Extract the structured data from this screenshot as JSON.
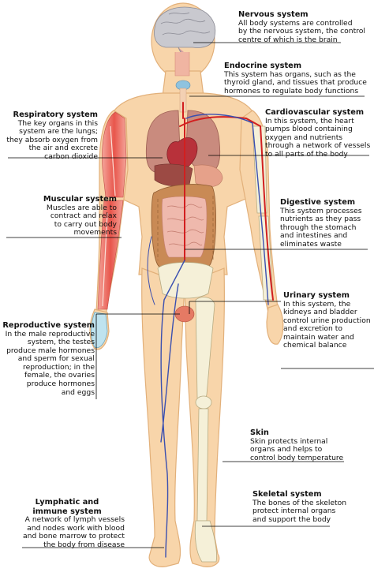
{
  "labels": {
    "nervous": {
      "title": "Nervous system",
      "desc": "All body systems are controlled\nby the nervous system, the control\ncentre of which is the brain"
    },
    "endocrine": {
      "title": "Endocrine system",
      "desc": "This system has organs, such as the\nthyroid gland, and tissues that produce\nhormones to regulate body functions"
    },
    "respiratory": {
      "title": "Respiratory system",
      "desc": "The key organs in this\nsystem are the lungs;\nthey absorb oxygen from\nthe air and excrete\ncarbon dioxide"
    },
    "cardiovascular": {
      "title": "Cardiovascular system",
      "desc": "In this system, the heart\npumps blood containing\noxygen and nutrients\nthrough a network of vessels\nto all parts of the body"
    },
    "muscular": {
      "title": "Muscular system",
      "desc": "Muscles are able to\ncontract and relax\nto carry out body\nmovements"
    },
    "digestive": {
      "title": "Digestive system",
      "desc": "This system processes\nnutrients as they pass\nthrough the stomach\nand intestines and\neliminates waste"
    },
    "urinary": {
      "title": "Urinary system",
      "desc": "In this system, the\nkidneys and bladder\ncontrol urine production\nand excretion to\nmaintain water and\nchemical balance"
    },
    "reproductive": {
      "title": "Reproductive system",
      "desc": "In the male reproductive\nsystem, the testes\nproduce male hormones\nand sperm for sexual\nreproduction; in the\nfemale, the ovaries\nproduce hormones\nand eggs"
    },
    "skin": {
      "title": "Skin",
      "desc": "Skin protects internal\norgans and helps to\ncontrol body temperature"
    },
    "skeletal": {
      "title": "Skeletal system",
      "desc": "The bones of the skeleton\nprotect internal organs\nand support the body"
    },
    "lymphatic": {
      "title": "Lymphatic and\nimmune system",
      "desc": "A network of lymph vessels\nand nodes work with blood\nand bone marrow to protect\nthe body from disease"
    }
  },
  "colors": {
    "skin": "#f8d5aa",
    "skin_outline": "#e2b07a",
    "muscle": "#e86a62",
    "artery": "#d21f1f",
    "vein": "#3a4fb0",
    "lung": "#c98b7e",
    "intestine": "#e7a57c",
    "colon": "#c98a55",
    "brain": "#c9c9cf",
    "bone": "#f5f0d8",
    "leader": "#000000"
  }
}
